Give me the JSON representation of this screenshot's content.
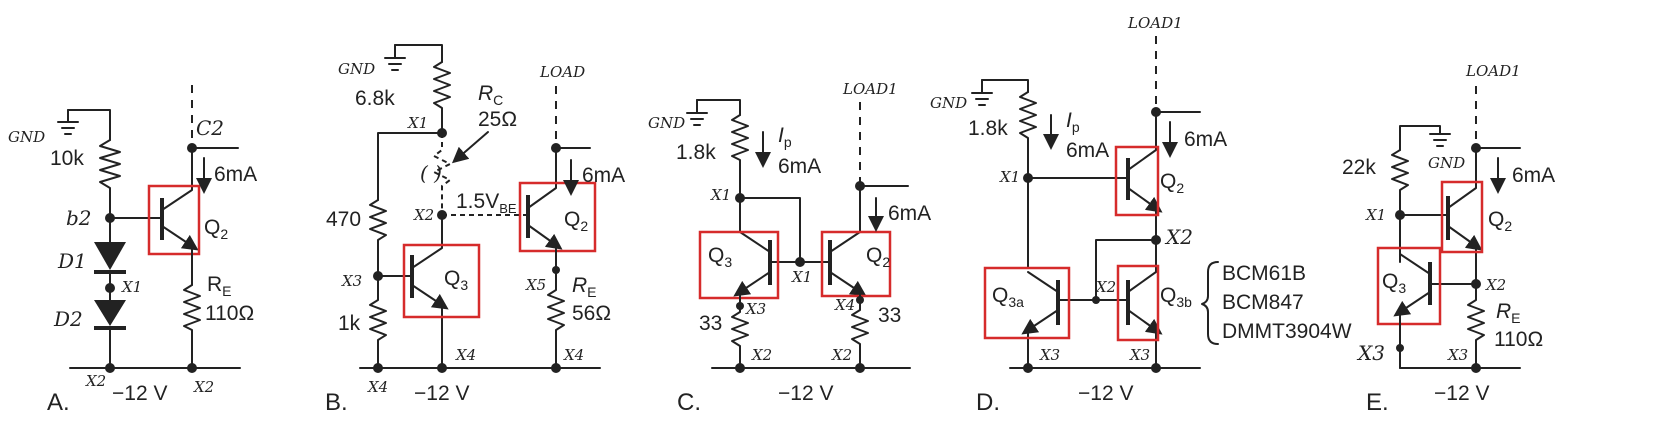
{
  "panels": [
    {
      "letter": "A.",
      "supply": "−12 V",
      "labels": {
        "gnd": "GND",
        "r_base": "10k",
        "node_base": "b2",
        "d1": "D1",
        "d2": "D2",
        "x1": "X1",
        "x2_left": "X2",
        "x2_right": "X2",
        "c2": "C2",
        "current": "6mA",
        "q": "Q",
        "q_sub": "2",
        "re": "R",
        "re_sub": "E",
        "re_val": "110Ω"
      }
    },
    {
      "letter": "B.",
      "supply": "−12 V",
      "labels": {
        "gnd": "GND",
        "load": "LOAD",
        "r_top": "6.8k",
        "rc": "R",
        "rc_sub": "C",
        "rc_val": "25Ω",
        "x1": "X1",
        "x2": "X2",
        "x3": "X3",
        "x4_a": "X4",
        "x4_b": "X4",
        "x4_c": "X4",
        "x5": "X5",
        "vbe": "1.5V",
        "vbe_sub": "BE",
        "r470": "470",
        "r1k": "1k",
        "current": "6mA",
        "q2": "Q",
        "q2_sub": "2",
        "q3": "Q",
        "q3_sub": "3",
        "re": "R",
        "re_sub": "E",
        "re_val": "56Ω"
      }
    },
    {
      "letter": "C.",
      "supply": "−12 V",
      "labels": {
        "gnd": "GND",
        "load": "LOAD1",
        "r_top": "1.8k",
        "ip": "I",
        "ip_sub": "p",
        "ip_val": "6mA",
        "current": "6mA",
        "x1_a": "X1",
        "x1_b": "X1",
        "x3": "X3",
        "x4": "X4",
        "x2_a": "X2",
        "x2_b": "X2",
        "r33_a": "33",
        "r33_b": "33",
        "q3": "Q",
        "q3_sub": "3",
        "q2": "Q",
        "q2_sub": "2"
      }
    },
    {
      "letter": "D.",
      "supply": "−12 V",
      "labels": {
        "gnd": "GND",
        "load": "LOAD1",
        "r_top": "1.8k",
        "ip": "I",
        "ip_sub": "p",
        "ip_val": "6mA",
        "current": "6mA",
        "x1": "X1",
        "x2_a": "X2",
        "x2_b": "X2",
        "x3_a": "X3",
        "x3_b": "X3",
        "q2": "Q",
        "q2_sub": "2",
        "q3a": "Q",
        "q3a_sub": "3a",
        "q3b": "Q",
        "q3b_sub": "3b",
        "parts": [
          "BCM61B",
          "BCM847",
          "DMMT3904W"
        ]
      }
    },
    {
      "letter": "E.",
      "supply": "−12 V",
      "labels": {
        "gnd": "GND",
        "load": "LOAD1",
        "r_top": "22k",
        "current": "6mA",
        "x1": "X1",
        "x2": "X2",
        "x3_a": "X3",
        "x3_b": "X3",
        "q2": "Q",
        "q2_sub": "2",
        "q3": "Q",
        "q3_sub": "3",
        "re": "R",
        "re_sub": "E",
        "re_val": "110Ω"
      }
    }
  ]
}
